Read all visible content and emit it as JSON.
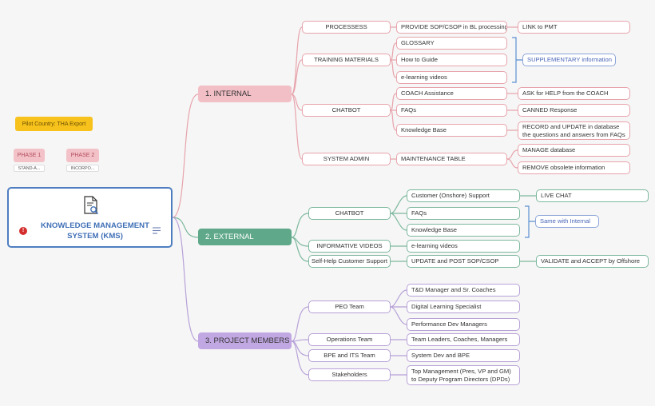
{
  "root": {
    "title": "KNOWLEDGE MANAGEMENT SYSTEM (KMS)"
  },
  "tags": {
    "pilot": "Pilot Country: THA Export",
    "phase1": "PHASE 1",
    "phase2": "PHASE 2",
    "phase1_sub": "STAND-A...",
    "phase2_sub": "INCORPO..."
  },
  "internal": {
    "label": "1. INTERNAL",
    "processes": "PROCESSESS",
    "provide_sop": "PROVIDE SOP/CSOP in BL processing",
    "link_pmt": "LINK to PMT",
    "training": "TRAINING MATERIALS",
    "glossary": "GLOSSARY",
    "how_to": "How to Guide",
    "elearning": "e-learning videos",
    "supplementary": "SUPPLEMENTARY information",
    "chatbot": "CHATBOT",
    "coach": "COACH Assistance",
    "ask_help": "ASK for HELP from the COACH",
    "faqs": "FAQs",
    "canned": "CANNED Response",
    "kb": "Knowledge Base",
    "record": "RECORD and UPDATE in database the questions and answers from FAQs",
    "sysadmin": "SYSTEM ADMIN",
    "maint": "MAINTENANCE TABLE",
    "manage_db": "MANAGE database",
    "remove": "REMOVE obsolete information"
  },
  "external": {
    "label": "2. EXTERNAL",
    "chatbot": "CHATBOT",
    "customer": "Customer (Onshore) Support",
    "live": "LIVE CHAT",
    "faqs": "FAQs",
    "kb": "Knowledge Base",
    "same": "Same with Internal",
    "info_videos": "INFORMATIVE VIDEOS",
    "elearning": "e-learning videos",
    "selfhelp": "Self-Help Customer Support",
    "update_sop": "UPDATE and POST SOP/CSOP",
    "validate": "VALIDATE and ACCEPT by Offshore"
  },
  "project": {
    "label": "3. PROJECT MEMBERS",
    "peo": "PEO Team",
    "td": "T&D Manager and Sr. Coaches",
    "dls": "Digital Learning Specialist",
    "pdm": "Performance Dev Managers",
    "ops": "Operations Team",
    "team_leaders": "Team Leaders, Coaches, Managers",
    "bpe_its": "BPE and ITS Team",
    "sysdev": "System Dev and BPE",
    "stake": "Stakeholders",
    "topmgmt": "Top Management (Pres, VP and GM) to Deputy Program Directors (DPDs)"
  },
  "colors": {
    "internal": "#e7a3ab",
    "external": "#7cb89d",
    "project": "#b7a1d8",
    "summary": "#5b8fd1",
    "root_border": "#4f7ec0"
  }
}
